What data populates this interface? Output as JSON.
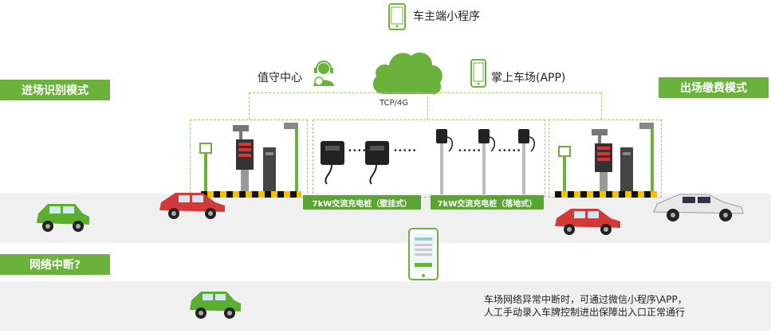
{
  "top": {
    "miniprogram_label": "车主端小程序",
    "duty_center_label": "值守中心",
    "app_label": "掌上车场(APP)",
    "network_label": "TCP/4G"
  },
  "left_badges": {
    "entry_mode": "进场识别模式",
    "network_down": "网络中断?"
  },
  "right_badges": {
    "exit_mode": "出场缴费模式"
  },
  "piles": {
    "wall_label": "7kW交流充电桩（壁挂式）",
    "floor_label": "7kW交流充电桩（落地式）"
  },
  "note": {
    "line1": "车场网络异常中断时，可通过微信小程序\\APP，",
    "line2": "人工手动录入车牌控制进出保障出入口正常通行"
  },
  "colors": {
    "accent": "#6ab23b",
    "car_green": "#5cae2e",
    "car_red": "#d23a3a"
  }
}
